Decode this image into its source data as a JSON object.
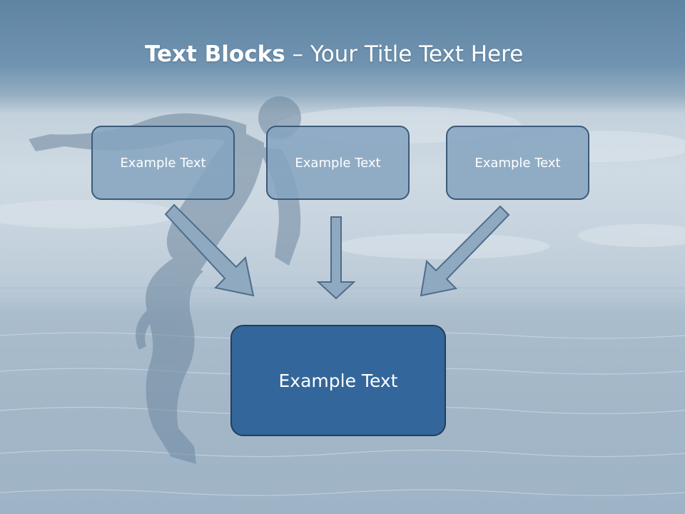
{
  "title": {
    "bold_part": "Text Blocks",
    "separator": "–",
    "rest": "Your Title Text Here"
  },
  "blocks": {
    "left": "Example Text",
    "center": "Example Text",
    "right": "Example Text",
    "main": "Example Text"
  },
  "colors": {
    "small_block_fill": "#86a4c0",
    "main_block_fill": "#33669a",
    "arrow_fill": "#8fa9c1",
    "arrow_stroke": "#4f6d8a"
  }
}
